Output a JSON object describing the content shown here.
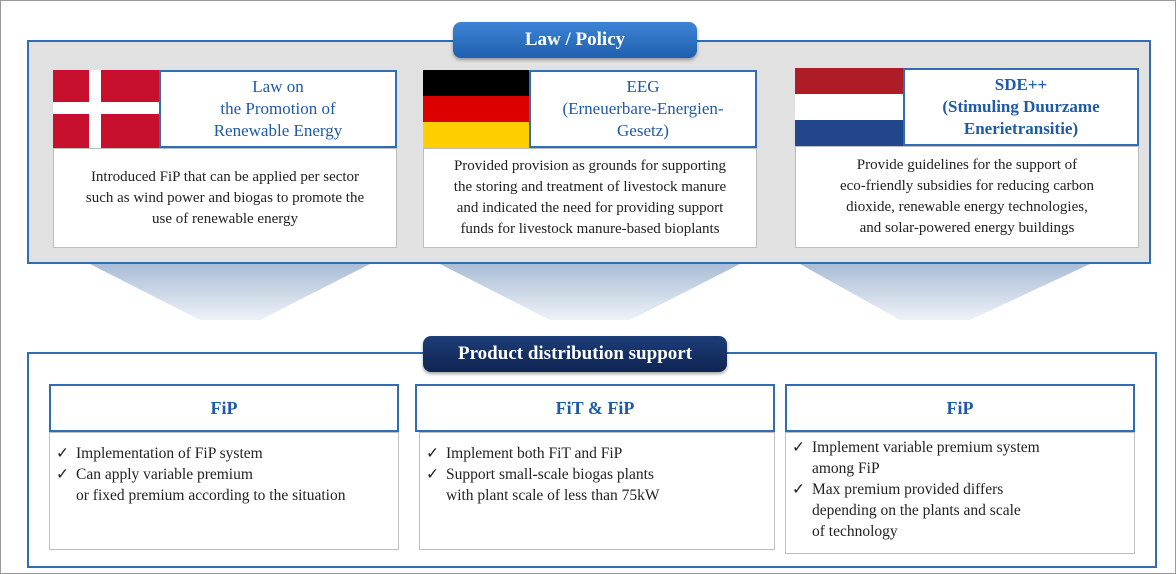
{
  "policy_header": "Law / Policy",
  "countries": [
    {
      "flag": "denmark-flag",
      "title": "Law on\nthe Promotion of\nRenewable Energy",
      "title_bold": false,
      "description": "Introduced FiP that can be applied per sector\nsuch as wind power and biogas to promote the\nuse of renewable energy"
    },
    {
      "flag": "germany-flag",
      "title": "EEG\n(Erneuerbare-Energien-\nGesetz)",
      "title_bold": false,
      "description": "Provided provision as grounds for supporting\nthe storing and treatment of livestock manure\nand indicated the need for providing support\nfunds for livestock manure-based bioplants"
    },
    {
      "flag": "netherlands-flag",
      "title": "SDE++\n(Stimuling Duurzame\nEnerietransitie)",
      "title_bold": true,
      "description": "Provide guidelines for the support of\neco-friendly subsidies for reducing carbon\ndioxide, renewable energy technologies,\nand solar-powered energy buildings"
    }
  ],
  "support_header": "Product distribution support",
  "supports": [
    {
      "title": "FiP",
      "items": [
        "Implementation of FiP system",
        "Can apply variable premium\nor fixed premium according to the situation"
      ]
    },
    {
      "title": "FiT & FiP",
      "items": [
        "Implement both FiT and FiP",
        "Support small-scale biogas plants\nwith plant scale of less than 75kW"
      ]
    },
    {
      "title": "FiP",
      "items": [
        "Implement variable premium system\namong FiP",
        "Max premium provided differs\ndepending on the plants and scale\nof technology"
      ]
    }
  ],
  "check_mark": "✓",
  "colors": {
    "accent_blue": "#2f6db5",
    "title_text": "#1e5aa8",
    "law_pill": "#2a6fc2",
    "support_pill": "#16306a",
    "section_bg": "#e1e1e1",
    "arrow": "#c9d6e6",
    "denmark_red": "#c8102e",
    "germany": [
      "#000000",
      "#dd0000",
      "#ffce00"
    ],
    "netherlands": [
      "#ae1c28",
      "#ffffff",
      "#21468b"
    ]
  }
}
